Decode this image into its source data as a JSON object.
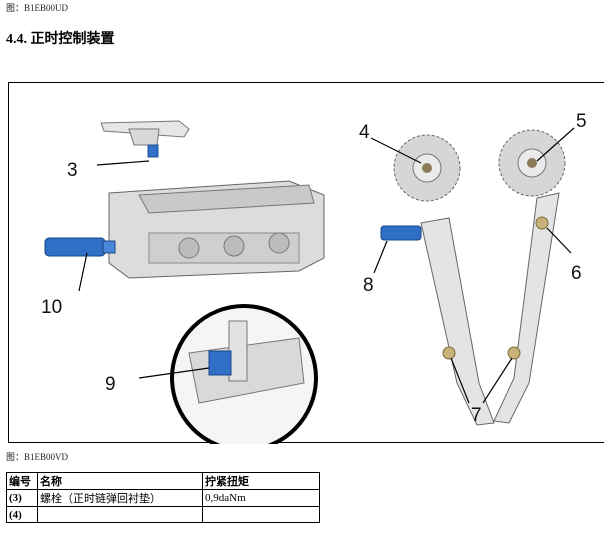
{
  "top_caption": "图：B1EB00UD",
  "section_heading": "4.4. 正时控制装置",
  "figure": {
    "callouts": [
      "3",
      "4",
      "5",
      "6",
      "7",
      "8",
      "9",
      "10"
    ],
    "accent_color": "#2f6fc6"
  },
  "figure_caption": "图：B1EB00VD",
  "table": {
    "headers": [
      "编号",
      "名称",
      "拧紧扭矩"
    ],
    "rows": [
      [
        "(3)",
        "螺栓（正时链弹回衬垫）",
        "0,9daNm"
      ],
      [
        "(4)",
        "",
        ""
      ]
    ]
  }
}
